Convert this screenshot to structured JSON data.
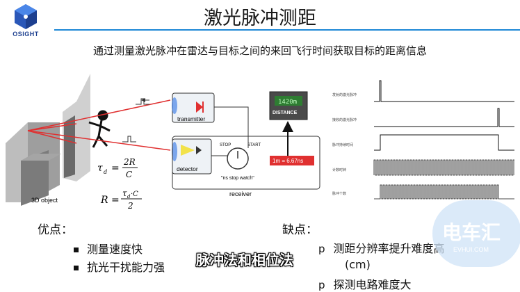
{
  "logo": {
    "name": "OSIGHT"
  },
  "title": "激光脉冲测距",
  "subtitle": "通过测量激光脉冲在雷达与目标之间的来回飞行时间获取目标的距离信息",
  "diagram": {
    "labels": {
      "transmitter": "transmitter",
      "detector": "detector",
      "receiver": "receiver",
      "stop": "STOP",
      "start": "START",
      "stopwatch": "\"ns stop watch\"",
      "distance": "DISTANCE",
      "display_value": "1420m",
      "conversion": "1m = 6.67ns",
      "object": "3D object"
    },
    "formulas": {
      "f1_lhs": "τ",
      "f1_sub": "d",
      "f1_num": "2R",
      "f1_den": "C",
      "f2_lhs": "R",
      "f2_num_main": "τ",
      "f2_num_sub": "d",
      "f2_num_tail": "·C",
      "f2_den": "2"
    }
  },
  "pulse_chart": {
    "rows": [
      "发射的激光脉冲",
      "接收的激光脉冲",
      "脉冲持续时间",
      "计数时钟",
      "脉冲个数"
    ]
  },
  "pros": {
    "title": "优点：",
    "items": [
      "测量速度快",
      "抗光干扰能力强"
    ]
  },
  "cons": {
    "title": "缺点：",
    "marker": "p",
    "items": [
      "测距分辨率提升难度高",
      "(cm)",
      "探测电路难度大"
    ]
  },
  "caption": "脉冲法和相位法",
  "watermark": {
    "text": "电车汇",
    "url": "EVHUI.COM"
  },
  "colors": {
    "accent": "#1e88d6",
    "laser": "#e03030",
    "display": "#2e7d32"
  }
}
